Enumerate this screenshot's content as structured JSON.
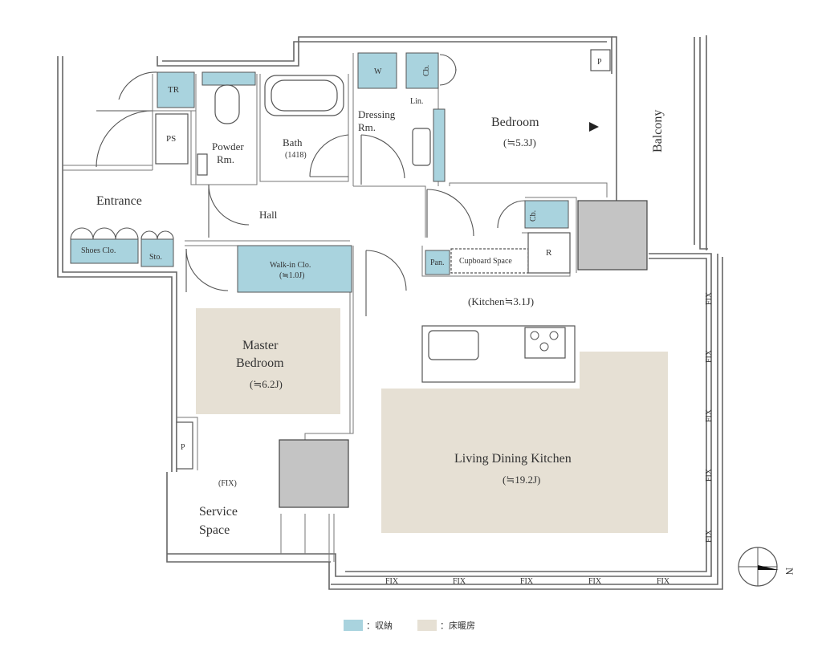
{
  "rooms": {
    "entrance": "Entrance",
    "hall": "Hall",
    "tr": "TR",
    "ps": "PS",
    "powder": [
      "Powder",
      "Rm."
    ],
    "bath": "Bath",
    "bath_size": "(1418)",
    "dressing": [
      "Dressing",
      "Rm."
    ],
    "w": "W",
    "cb_top": "Cb.",
    "lin": "Lin.",
    "bedroom": "Bedroom",
    "bedroom_size": "(≒5.3J)",
    "balcony": "Balcony",
    "p_top": "P",
    "cb_mid": "Cb.",
    "shoes": "Shoes Clo.",
    "sto": "Sto.",
    "walkin": "Walk-in Clo.",
    "walkin_size": "(≒1.0J)",
    "pan": "Pan.",
    "cupboard": "Cupboard Space",
    "r": "R",
    "kitchen": "(Kitchen≒3.1J)",
    "master": [
      "Master",
      "Bedroom"
    ],
    "master_size": "(≒6.2J)",
    "ldk": "Living Dining Kitchen",
    "ldk_size": "(≒19.2J)",
    "p_left": "P",
    "fix_paren": "(FIX)",
    "service": [
      "Service",
      "Space"
    ]
  },
  "fix_labels": {
    "bottom": [
      "FIX",
      "FIX",
      "FIX",
      "FIX",
      "FIX"
    ],
    "right": [
      "FIX",
      "FIX",
      "FIX",
      "FIX",
      "FIX"
    ]
  },
  "compass": {
    "label": "N"
  },
  "legend": {
    "storage": "：収納",
    "heating": "：床暖房",
    "storage_color": "#a9d3de",
    "heating_color": "#e6e0d4"
  }
}
